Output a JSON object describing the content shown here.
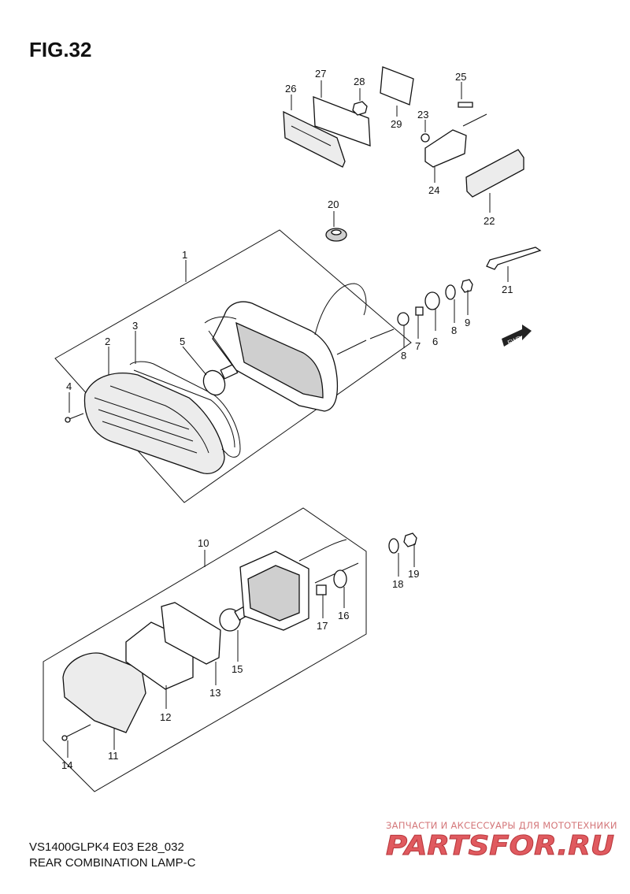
{
  "figure": {
    "title": "FIG.32",
    "code": "VS1400GLPK4 E03 E28_032",
    "caption": "REAR COMBINATION LAMP-C",
    "direction_tag": "FWD"
  },
  "watermark": {
    "subtitle": "ЗАПЧАСТИ И АКСЕССУАРЫ ДЛЯ МОТОТЕХНИКИ",
    "logo_text": "PARTSFOR.RU",
    "color": "#e05a5f"
  },
  "callouts": [
    "1",
    "2",
    "3",
    "4",
    "5",
    "6",
    "7",
    "8",
    "8",
    "9",
    "10",
    "11",
    "12",
    "13",
    "14",
    "15",
    "16",
    "17",
    "18",
    "19",
    "20",
    "21",
    "22",
    "23",
    "24",
    "25",
    "26",
    "27",
    "28",
    "29"
  ]
}
